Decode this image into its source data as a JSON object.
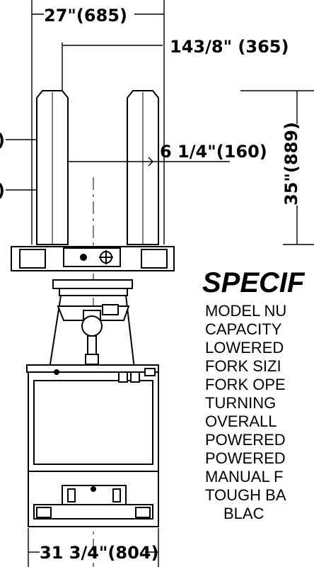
{
  "dimensions": {
    "overall_width_top": "27\"(685)",
    "fork_inside": "143/8\" (365)",
    "fork_width": "6 1/4\"(160)",
    "fork_length": "35\"(889)",
    "left_label_1": ")",
    "left_label_2": ")",
    "base_width": "31 3/4\"(804)"
  },
  "specs": {
    "title": "SPECIF",
    "lines": [
      "MODEL NU",
      "CAPACITY",
      "LOWERED",
      "FORK SIZI",
      "FORK OPE",
      "TURNING",
      "OVERALL",
      "POWERED",
      "POWERED",
      "MANUAL F",
      "TOUGH BA",
      "BLAC"
    ]
  }
}
